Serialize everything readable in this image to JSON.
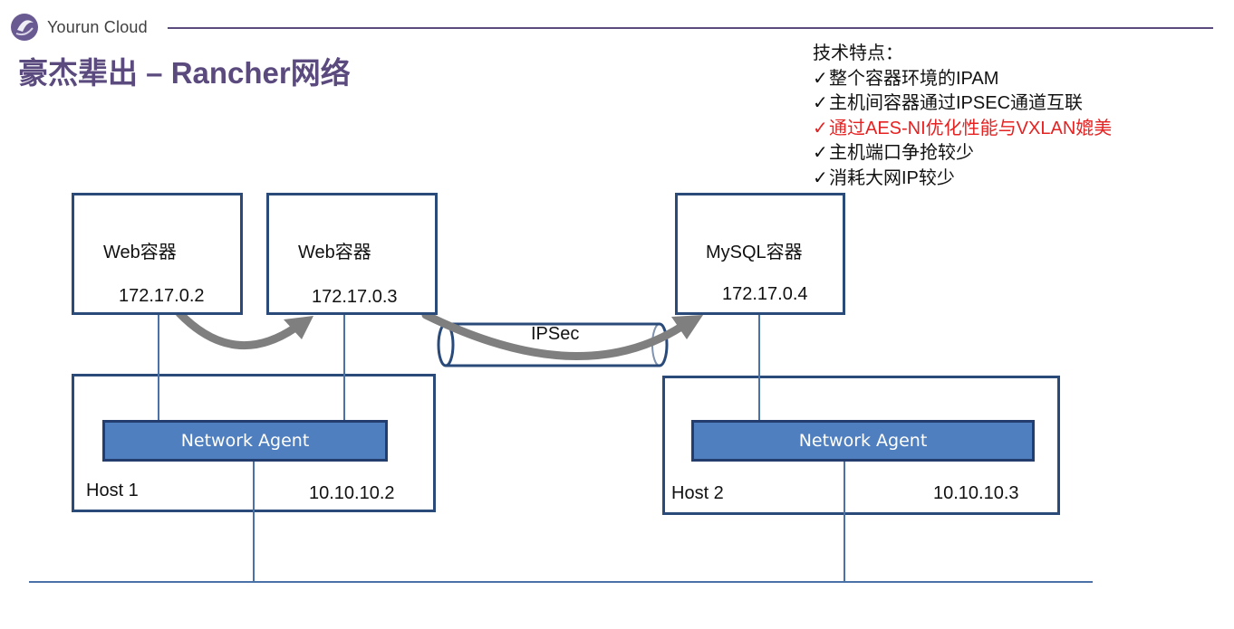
{
  "brand": {
    "name": "Yourun Cloud"
  },
  "title": "豪杰辈出 – Rancher网络",
  "features": {
    "heading": "技术特点：",
    "items": [
      {
        "text": "整个容器环境的IPAM",
        "highlight": false
      },
      {
        "text": "主机间容器通过IPSEC通道互联",
        "highlight": false
      },
      {
        "text": "通过AES-NI优化性能与VXLAN媲美",
        "highlight": true
      },
      {
        "text": "主机端口争抢较少",
        "highlight": false
      },
      {
        "text": "消耗大网IP较少",
        "highlight": false
      }
    ],
    "tick": "✓"
  },
  "containers": [
    {
      "label": "Web容器",
      "ip": "172.17.0.2"
    },
    {
      "label": "Web容器",
      "ip": "172.17.0.3"
    },
    {
      "label": "MySQL容器",
      "ip": "172.17.0.4"
    }
  ],
  "hosts": [
    {
      "label": "Host 1",
      "ip": "10.10.10.2",
      "agent": "Network Agent"
    },
    {
      "label": "Host 2",
      "ip": "10.10.10.3",
      "agent": "Network Agent"
    }
  ],
  "tunnel": {
    "label": "IPSec"
  },
  "colors": {
    "title": "#5a4a7e",
    "box_border": "#2a4a7a",
    "agent_fill": "#4f7fbe",
    "line": "#4a72a8",
    "arrow": "#7f7f7f",
    "highlight": "#e52222"
  }
}
